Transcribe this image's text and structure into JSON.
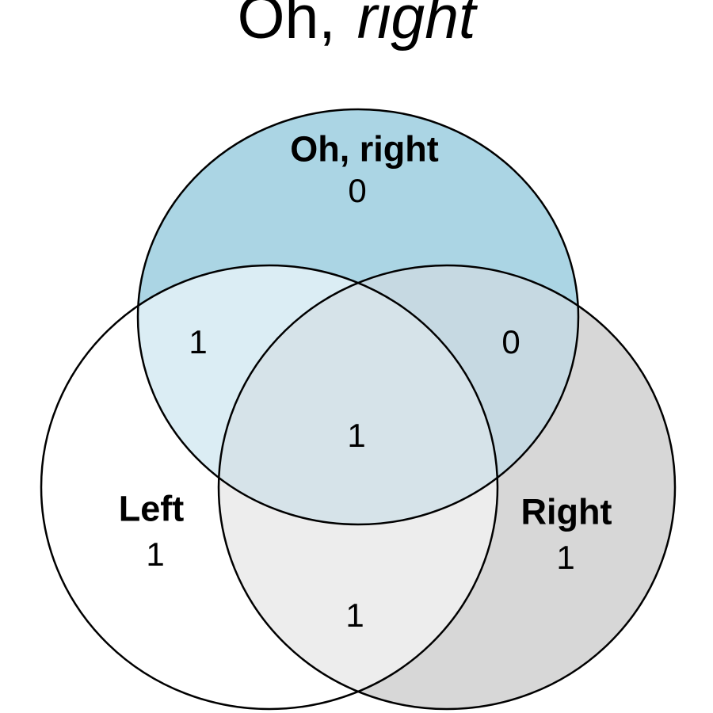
{
  "title": {
    "prefix": "Oh,",
    "emphasis": "right"
  },
  "labels": {
    "top_label": "Oh, right",
    "top_count": "0",
    "left_label": "Left",
    "left_count": "1",
    "right_label": "Right",
    "right_count": "1",
    "top_left_count": "1",
    "top_right_count": "0",
    "center_count": "1",
    "left_right_count": "1"
  },
  "colors": {
    "outline": "#000000",
    "top_only": "#abd5e4",
    "left_only": "#ffffff",
    "right_only": "#d7d7d7",
    "top_left": "#dbedf4",
    "top_right": "#c6d9e2",
    "center": "#d6e3e9",
    "left_right": "#ededed"
  },
  "chart_data": {
    "type": "venn",
    "title": "Oh, right",
    "title_style": "prefix 'Oh,' upright, 'right' italic",
    "sets": [
      "Oh, right",
      "Left",
      "Right"
    ],
    "region_counts": {
      "Oh, right only": 0,
      "Left only": 1,
      "Right only": 1,
      "Oh, right & Left": 1,
      "Oh, right & Right": 0,
      "Left & Right": 1,
      "Oh, right & Left & Right": 1
    },
    "layout_hints": {
      "arrangement": "three overlapping ellipses: one top (blue), bottom-left (white), bottom-right (gray)",
      "set_label_position": "bold set name inside each circle with its unique count beneath",
      "background": "white, no axes, no legend"
    }
  }
}
